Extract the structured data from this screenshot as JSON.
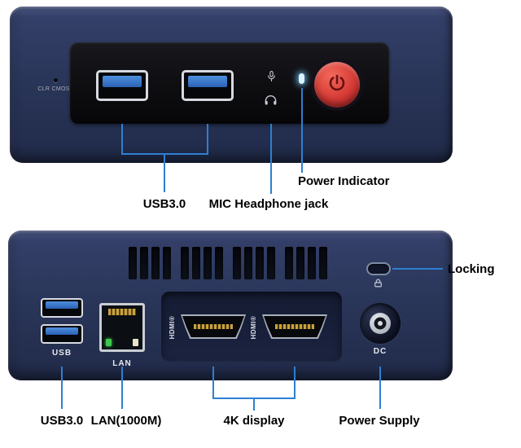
{
  "front_view": {
    "clr_cmos_label": "CLR CMOS",
    "callouts": {
      "usb": "USB3.0",
      "mic_headphone": "MIC Headphone jack",
      "power_indicator": "Power Indicator"
    }
  },
  "back_view": {
    "usb_caption": "USB",
    "lan_caption": "LAN",
    "hdmi_caption": "HDMI®",
    "dc_caption": "DC",
    "callouts": {
      "locking": "Locking",
      "usb": "USB3.0",
      "lan": "LAN(1000M)",
      "display": "4K display",
      "power_supply": "Power Supply"
    }
  },
  "colors": {
    "device_body": "#2a3659",
    "front_panel": "#0b0b0e",
    "callout_line": "#2e7fd2",
    "power_button_red": "#d63a35",
    "usb_tongue_blue": "#3577cc",
    "led_indicator": "#d9f3ff",
    "label_text": "#000000"
  }
}
